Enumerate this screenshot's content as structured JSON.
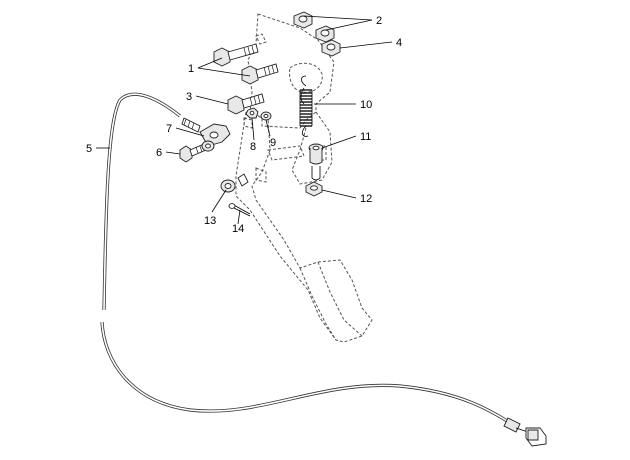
{
  "diagram": {
    "type": "exploded-parts-diagram",
    "callouts": [
      {
        "id": "c1",
        "label": "1"
      },
      {
        "id": "c2",
        "label": "2"
      },
      {
        "id": "c3",
        "label": "3"
      },
      {
        "id": "c4",
        "label": "4"
      },
      {
        "id": "c5",
        "label": "5"
      },
      {
        "id": "c6",
        "label": "6"
      },
      {
        "id": "c7",
        "label": "7"
      },
      {
        "id": "c8",
        "label": "8"
      },
      {
        "id": "c9",
        "label": "9"
      },
      {
        "id": "c10",
        "label": "10"
      },
      {
        "id": "c11",
        "label": "11"
      },
      {
        "id": "c12",
        "label": "12"
      },
      {
        "id": "c13",
        "label": "13"
      },
      {
        "id": "c14",
        "label": "14"
      }
    ],
    "colors": {
      "line": "#222222",
      "phantom": "#555555",
      "fill": "#e8e8e8",
      "background": "#ffffff"
    }
  }
}
